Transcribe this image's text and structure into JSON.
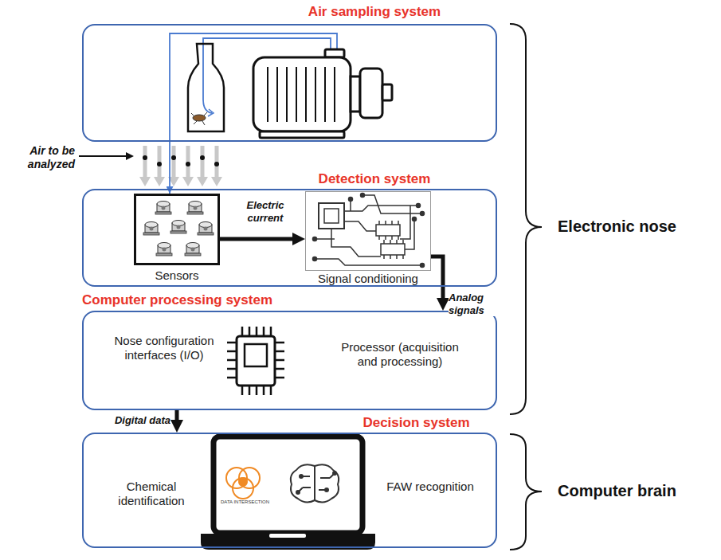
{
  "diagram": {
    "nodes": [
      {
        "text": [
          "Air sampling system"
        ]
      },
      {
        "text": [
          "Detection system"
        ]
      },
      {
        "text": [
          "Sensors"
        ],
        "in": 1
      },
      {
        "text": [
          "Signal conditioning"
        ],
        "in": 1
      },
      {
        "text": [
          "Computer processing system",
          "Nose configuration interfaces (I/O)",
          "Processor (acquisition and processing)"
        ]
      },
      {
        "text": [
          "Decision system",
          "Chemical identification",
          "FAW recognition"
        ]
      }
    ],
    "edges": [
      {
        "from": 0,
        "to": 2,
        "arrow": "to"
      },
      {
        "from": 2,
        "to": 3,
        "label": "Electric current",
        "arrow": "to"
      },
      {
        "from": 3,
        "to": 4,
        "label": "Analog signals",
        "arrow": "to"
      },
      {
        "from": 4,
        "to": 5,
        "label": "Digital data",
        "arrow": "to"
      }
    ],
    "labels": [
      "Air to be analyzed",
      "Electronic nose",
      "Computer brain",
      "DATA INTERSECTION"
    ]
  }
}
